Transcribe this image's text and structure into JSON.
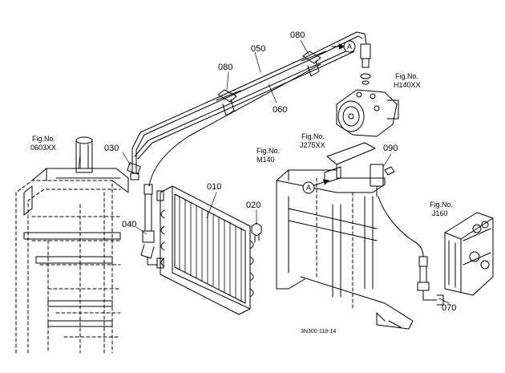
{
  "diagram": {
    "part_labels": {
      "p010": "010",
      "p020": "020",
      "p030": "030",
      "p040": "040",
      "p050": "050",
      "p060": "060",
      "p070": "070",
      "p080a": "080",
      "p080b": "080",
      "p090": "090"
    },
    "figure_refs": {
      "fig0603": {
        "label": "Fig.No.",
        "code": "0603XX"
      },
      "figH140": {
        "label": "Fig.No.",
        "code": "H140XX"
      },
      "figJ275": {
        "label": "Fig.No.",
        "code": "J275XX"
      },
      "figM140": {
        "label": "Fig.No.",
        "code": "M140"
      },
      "figJ160": {
        "label": "Fig.No.",
        "code": "J160"
      }
    },
    "callouts": {
      "a1": "A",
      "a2": "A"
    },
    "drawing_code": "3N300-118-14"
  }
}
